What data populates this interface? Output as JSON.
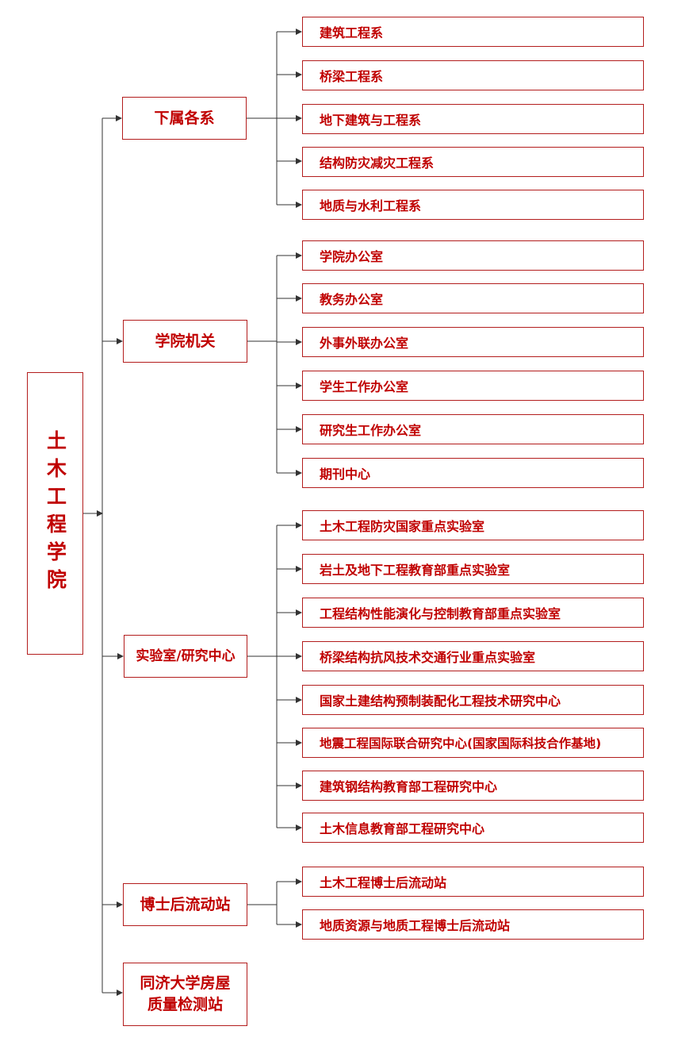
{
  "root": {
    "label": "土木工程学院"
  },
  "groups": [
    {
      "label": "下属各系",
      "items": [
        "建筑工程系",
        "桥梁工程系",
        "地下建筑与工程系",
        "结构防灾减灾工程系",
        "地质与水利工程系"
      ]
    },
    {
      "label": "学院机关",
      "items": [
        "学院办公室",
        "教务办公室",
        "外事外联办公室",
        "学生工作办公室",
        "研究生工作办公室",
        "期刊中心"
      ]
    },
    {
      "label": "实验室/研究中心",
      "items": [
        "土木工程防灾国家重点实验室",
        "岩土及地下工程教育部重点实验室",
        "工程结构性能演化与控制教育部重点实验室",
        "桥梁结构抗风技术交通行业重点实验室",
        "国家土建结构预制装配化工程技术研究中心",
        "地震工程国际联合研究中心(国家国际科技合作基地)",
        "建筑钢结构教育部工程研究中心",
        "土木信息教育部工程研究中心"
      ]
    },
    {
      "label": "博士后流动站",
      "items": [
        "土木工程博士后流动站",
        "地质资源与地质工程博士后流动站"
      ]
    },
    {
      "label": "同济大学房屋质量检测站",
      "items": []
    }
  ]
}
